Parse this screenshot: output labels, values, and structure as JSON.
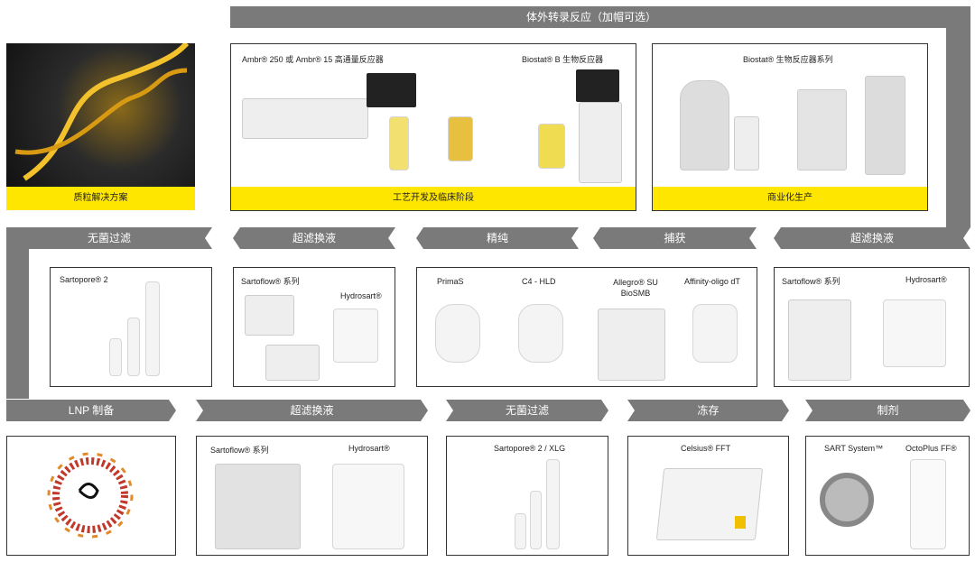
{
  "top_band": "体外转录反应（加帽可选）",
  "top_boxes": [
    {
      "caption": "质粒解决方案"
    },
    {
      "caption": "工艺开发及临床阶段",
      "products": [
        "Ambr® 250 或 Ambr® 15 高通量反应器",
        "Biostat® B 生物反应器"
      ]
    },
    {
      "caption": "商业化生产",
      "products": [
        "Biostat® 生物反应器系列"
      ]
    }
  ],
  "row2": [
    {
      "step": "无菌过滤",
      "products": [
        "Sartopore® 2"
      ]
    },
    {
      "step": "超滤换液",
      "products": [
        "Sartoflow® 系列",
        "Hydrosart®"
      ]
    },
    {
      "step": "精纯",
      "products": [
        "PrimaS",
        "C4 - HLD",
        "Allegro® SU BioSMB",
        "Affinity-oligo dT"
      ]
    },
    {
      "step": "捕获"
    },
    {
      "step": "超滤换液",
      "products": [
        "Sartoflow® 系列",
        "Hydrosart®"
      ]
    }
  ],
  "row3": [
    {
      "step": "LNP 制备"
    },
    {
      "step": "超滤换液",
      "products": [
        "Sartoflow® 系列",
        "Hydrosart®"
      ]
    },
    {
      "step": "无菌过滤",
      "products": [
        "Sartopore® 2 / XLG"
      ]
    },
    {
      "step": "冻存",
      "products": [
        "Celsius® FFT"
      ]
    },
    {
      "step": "制剂",
      "products": [
        "SART System™",
        "OctoPlus FF®"
      ]
    }
  ],
  "colors": {
    "band": "#7a7a7a",
    "accent": "#ffe600"
  }
}
